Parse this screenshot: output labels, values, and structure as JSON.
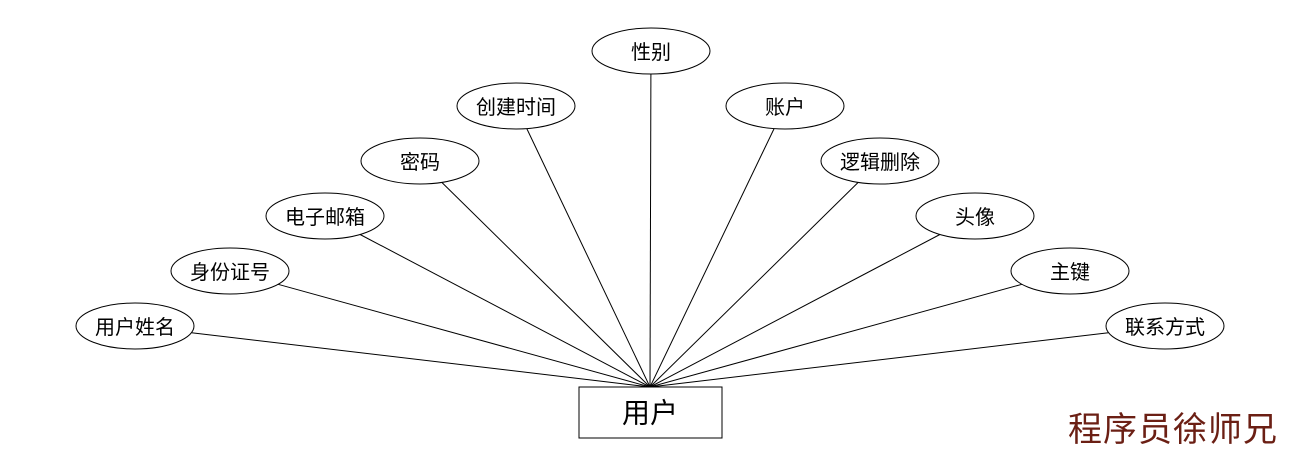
{
  "entity": {
    "label": "用户"
  },
  "attributes": [
    {
      "id": "attr-username",
      "label": "用户姓名"
    },
    {
      "id": "attr-id-number",
      "label": "身份证号"
    },
    {
      "id": "attr-email",
      "label": "电子邮箱"
    },
    {
      "id": "attr-password",
      "label": "密码"
    },
    {
      "id": "attr-created-time",
      "label": "创建时间"
    },
    {
      "id": "attr-gender",
      "label": "性别"
    },
    {
      "id": "attr-account",
      "label": "账户"
    },
    {
      "id": "attr-logical-delete",
      "label": "逻辑删除"
    },
    {
      "id": "attr-avatar",
      "label": "头像"
    },
    {
      "id": "attr-primary-key",
      "label": "主键"
    },
    {
      "id": "attr-contact",
      "label": "联系方式"
    }
  ],
  "watermark": {
    "text": "程序员徐师兄"
  },
  "colors": {
    "line": "#000000",
    "watermark": "#6b1f14"
  }
}
